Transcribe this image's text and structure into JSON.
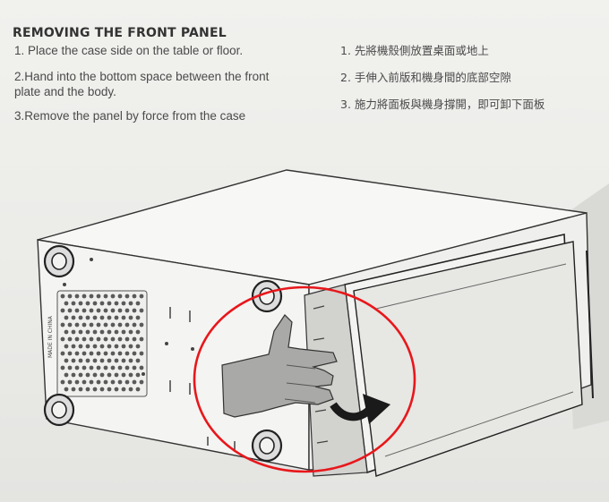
{
  "instructions": {
    "heading": "REMOVING THE FRONT PANEL",
    "english": [
      "1. Place the case side on the table or floor.",
      "2.Hand into the bottom space between the front plate and the body.",
      "3.Remove the panel by force from the case"
    ],
    "chinese": [
      "1. 先將機殼側放置桌面或地上",
      "2. 手伸入前版和機身間的底部空隙",
      "3. 施力將面板與機身撐開，即可卸下面板"
    ]
  },
  "illustration": {
    "case_label": "MADE IN CHINA",
    "highlight_color": "#e8171b",
    "hand_color": "#a9aaa7",
    "arrow_icon": "curved-arrow-right"
  }
}
